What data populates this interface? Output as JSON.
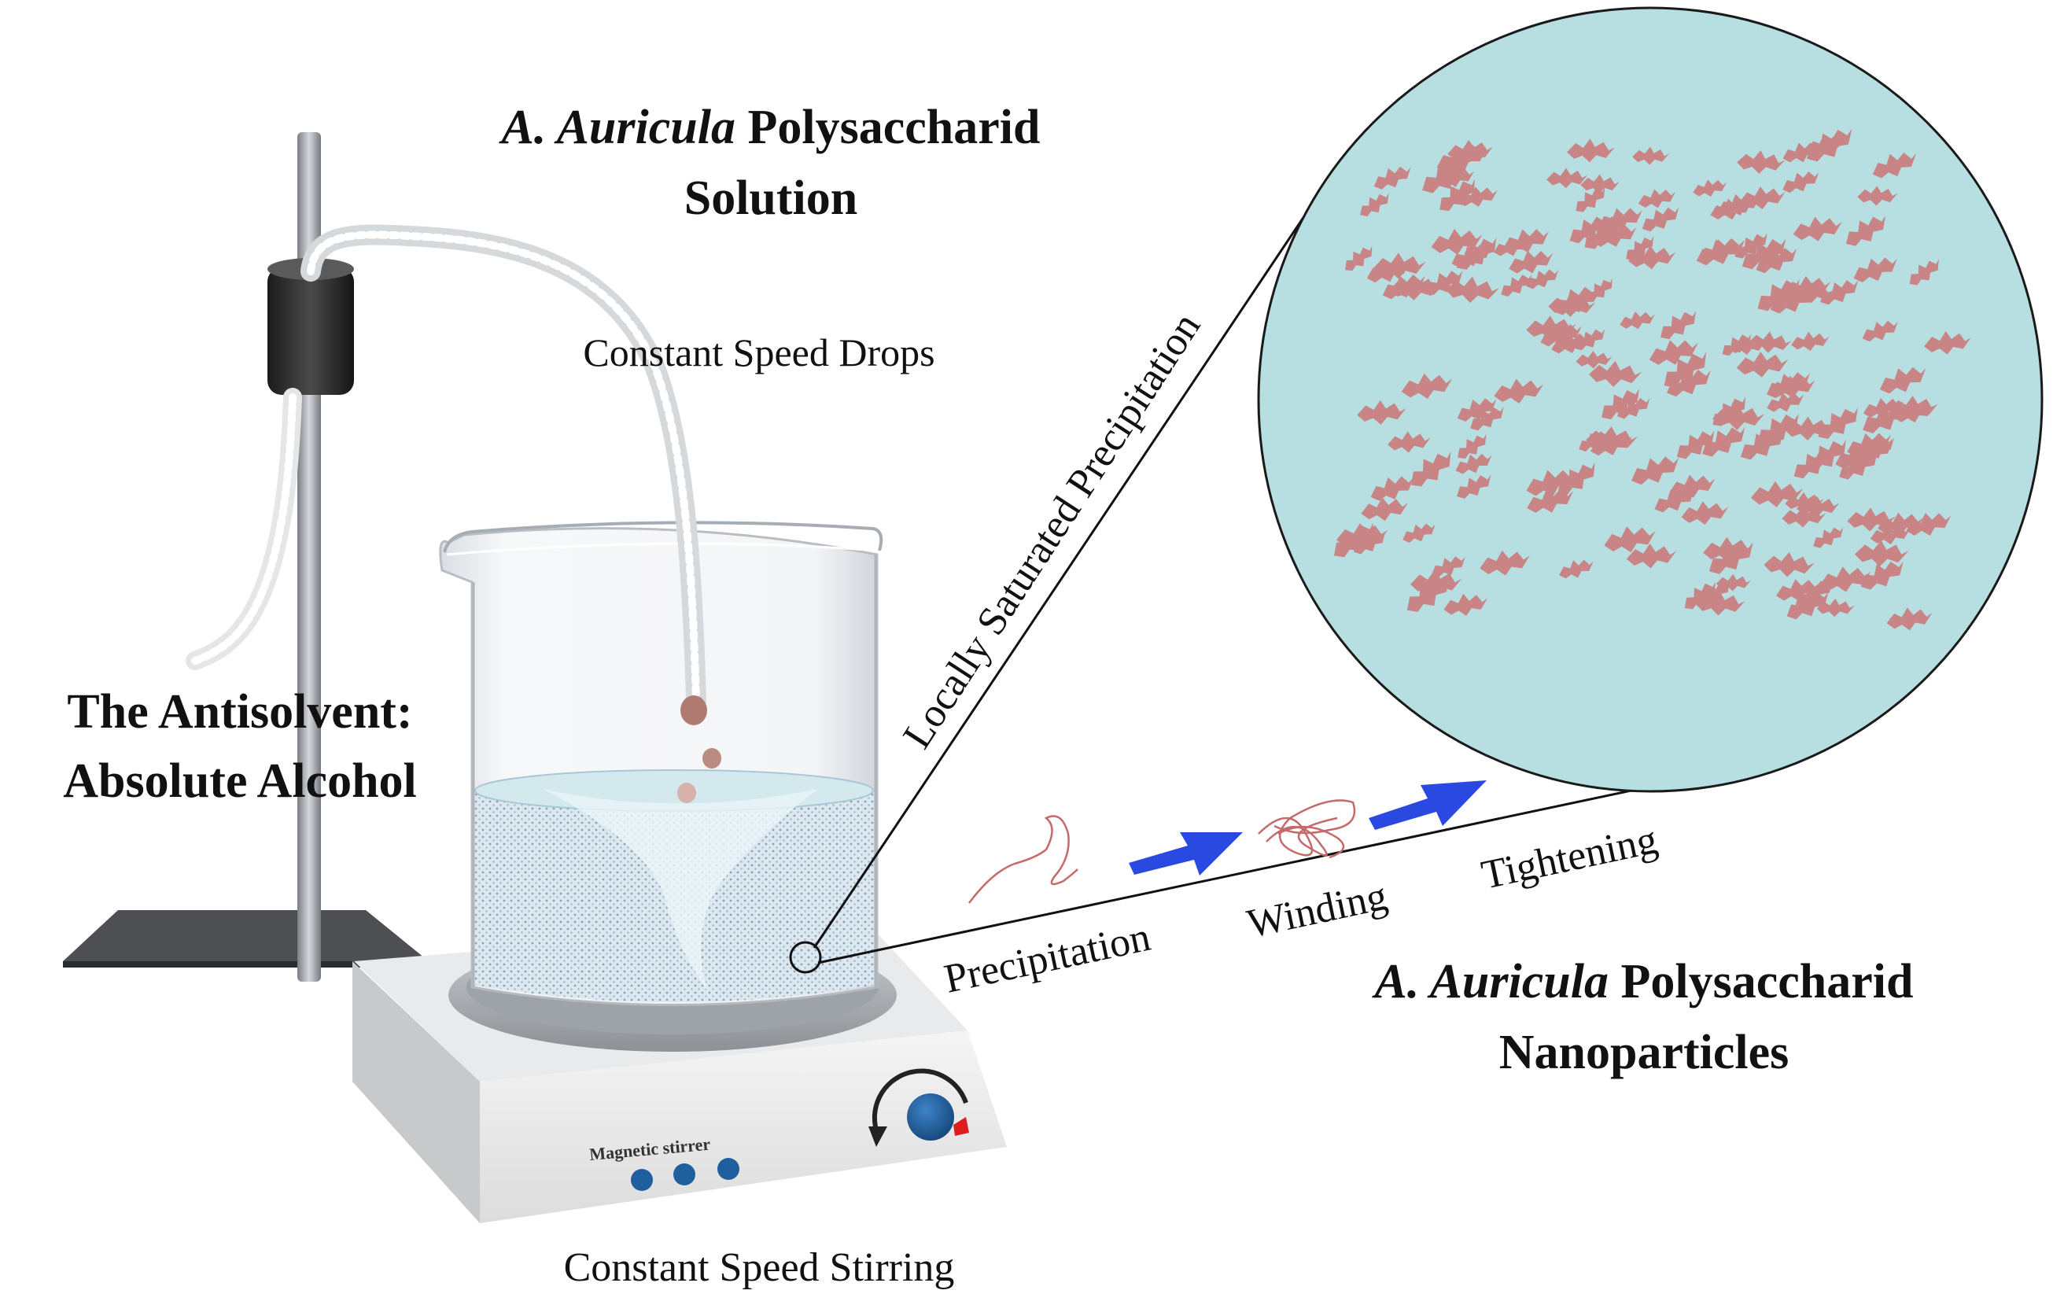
{
  "labels": {
    "solution_title_italic": "A. Auricula",
    "solution_title_rest": " Polysaccharid",
    "solution_title_line2": "Solution",
    "constant_speed_drops": "Constant Speed Drops",
    "antisolvent_line1": "The Antisolvent:",
    "antisolvent_line2": "Absolute Alcohol",
    "locally_saturated": "Locally Saturated Precipitation",
    "stirrer_label": "Magnetic stirrer",
    "constant_speed_stirring": "Constant Speed Stirring",
    "step_precipitation": "Precipitation",
    "step_winding": "Winding",
    "step_tightening": "Tightening",
    "nano_title_italic": "A. Auricula",
    "nano_title_rest": " Polysaccharid",
    "nano_title_line2": "Nanoparticles"
  },
  "colors": {
    "circle_fill": "#b7dfe2",
    "particle": "#c98585",
    "arrow": "#2a49e0",
    "stirrer_knob": "#1f5f9e"
  }
}
